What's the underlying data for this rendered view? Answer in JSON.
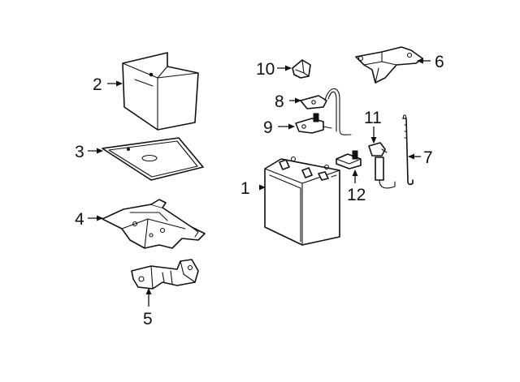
{
  "diagram": {
    "labels": {
      "c1": "1",
      "c2": "2",
      "c3": "3",
      "c4": "4",
      "c5": "5",
      "c6": "6",
      "c7": "7",
      "c8": "8",
      "c9": "9",
      "c10": "10",
      "c11": "11",
      "c12": "12"
    }
  }
}
